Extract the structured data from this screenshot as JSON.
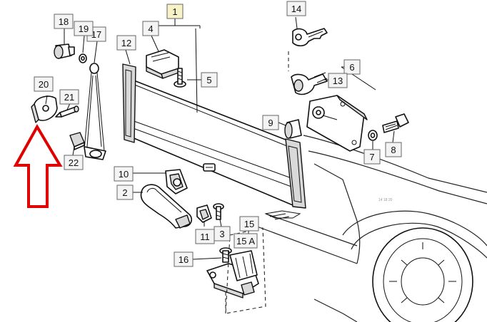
{
  "diagram": {
    "callouts": [
      {
        "id": "c1",
        "label": "1",
        "highlight": true
      },
      {
        "id": "c2",
        "label": "2"
      },
      {
        "id": "c3",
        "label": "3"
      },
      {
        "id": "c4",
        "label": "4"
      },
      {
        "id": "c5",
        "label": "5"
      },
      {
        "id": "c6",
        "label": "6"
      },
      {
        "id": "c7",
        "label": "7"
      },
      {
        "id": "c8",
        "label": "8"
      },
      {
        "id": "c9",
        "label": "9"
      },
      {
        "id": "c10",
        "label": "10"
      },
      {
        "id": "c11",
        "label": "11"
      },
      {
        "id": "c12",
        "label": "12"
      },
      {
        "id": "c13",
        "label": "13"
      },
      {
        "id": "c14",
        "label": "14"
      },
      {
        "id": "c15",
        "label": "15"
      },
      {
        "id": "c15a",
        "label": "15 A"
      },
      {
        "id": "c16",
        "label": "16"
      },
      {
        "id": "c17",
        "label": "17"
      },
      {
        "id": "c18",
        "label": "18"
      },
      {
        "id": "c19",
        "label": "19"
      },
      {
        "id": "c20",
        "label": "20"
      },
      {
        "id": "c21",
        "label": "21"
      },
      {
        "id": "c22",
        "label": "22"
      }
    ],
    "watermark": "14 18 20",
    "highlight_color": "#f7f3c7",
    "arrow_color": "#e00000"
  }
}
